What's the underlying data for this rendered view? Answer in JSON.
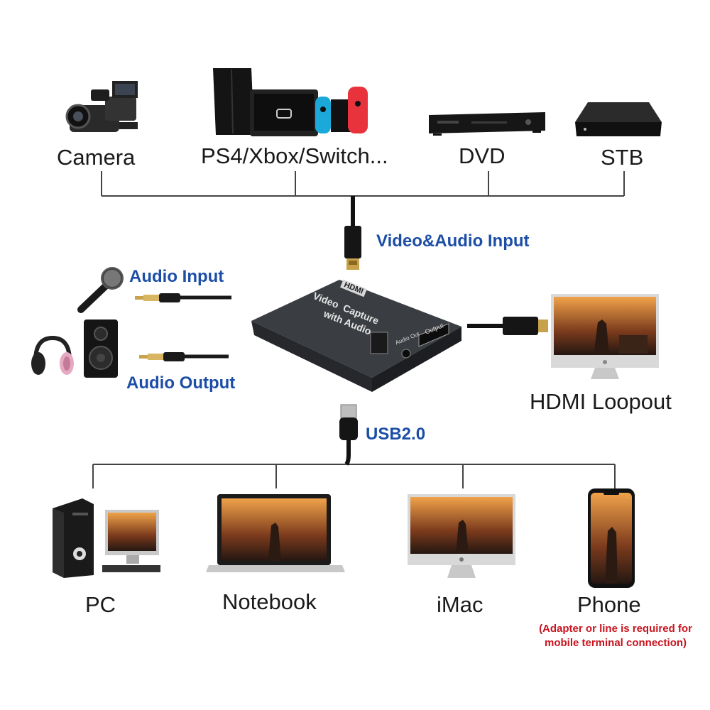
{
  "sources": [
    {
      "label": "Camera",
      "icon": "camera-icon"
    },
    {
      "label": "PS4/Xbox/Switch...",
      "icon": "game-console-icon"
    },
    {
      "label": "DVD",
      "icon": "dvd-player-icon"
    },
    {
      "label": "STB",
      "icon": "set-top-box-icon"
    }
  ],
  "hub": {
    "input_label": "Video&Audio Input",
    "audio_input_label": "Audio Input",
    "audio_output_label": "Audio Output",
    "usb_label": "USB2.0",
    "loopout_label": "HDMI Loopout",
    "device": {
      "logo": "HDMI",
      "title_line1": "Video  Capture",
      "title_line2": "with Audio",
      "port_audio_out": "Audio Out",
      "port_output": "Output"
    }
  },
  "targets": [
    {
      "label": "PC",
      "icon": "pc-tower-icon"
    },
    {
      "label": "Notebook",
      "icon": "notebook-icon"
    },
    {
      "label": "iMac",
      "icon": "imac-icon"
    },
    {
      "label": "Phone",
      "icon": "phone-icon"
    }
  ],
  "note": {
    "line1": "(Adapter or line is required for",
    "line2": "mobile terminal connection)"
  },
  "colors": {
    "label_blue": "#1c4ea6",
    "note_red": "#c8141e",
    "wire": "#444444",
    "device_body": "#2e3134"
  }
}
